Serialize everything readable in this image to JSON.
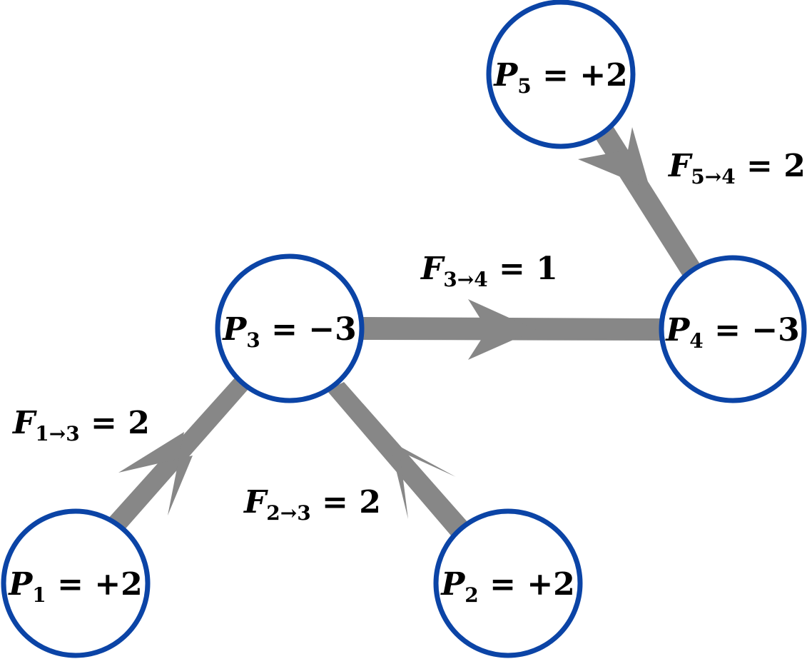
{
  "nodes": [
    {
      "id": "P1",
      "symbol": "P",
      "index": "1",
      "sign": "=",
      "value": "+2"
    },
    {
      "id": "P2",
      "symbol": "P",
      "index": "2",
      "sign": "=",
      "value": "+2"
    },
    {
      "id": "P3",
      "symbol": "P",
      "index": "3",
      "sign": "=",
      "value": "−3"
    },
    {
      "id": "P4",
      "symbol": "P",
      "index": "4",
      "sign": "=",
      "value": "−3"
    },
    {
      "id": "P5",
      "symbol": "P",
      "index": "5",
      "sign": "=",
      "value": "+2"
    }
  ],
  "flows": [
    {
      "from": "P1",
      "to": "P3",
      "symbol": "F",
      "index": "1→3",
      "sign": "=",
      "value": "2"
    },
    {
      "from": "P2",
      "to": "P3",
      "symbol": "F",
      "index": "2→3",
      "sign": "=",
      "value": "2"
    },
    {
      "from": "P3",
      "to": "P4",
      "symbol": "F",
      "index": "3→4",
      "sign": "=",
      "value": "1"
    },
    {
      "from": "P5",
      "to": "P4",
      "symbol": "F",
      "index": "5→4",
      "sign": "=",
      "value": "2"
    }
  ],
  "colors": {
    "node_stroke": "#0b44a6",
    "arrow_fill": "#878787",
    "text": "#000000"
  }
}
